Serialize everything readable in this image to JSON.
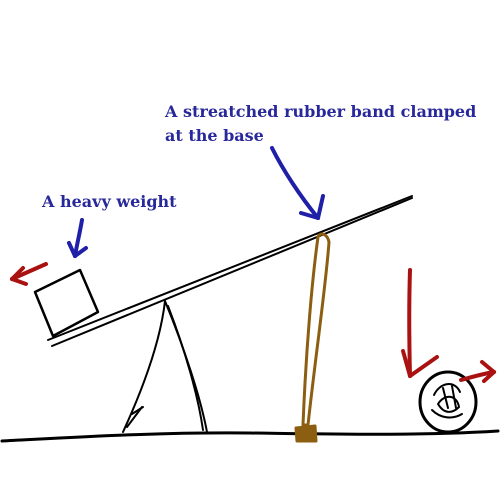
{
  "labels": {
    "rubber_band_line1": "A streatched rubber band clamped",
    "rubber_band_line2": "at the base",
    "heavy_weight": "A heavy weight"
  },
  "colors": {
    "label_text": "#28289a",
    "annotation_arrow_blue": "#1f1fa8",
    "motion_arrow_red": "#aa1212",
    "rubber_band": "#8c5e12",
    "ink": "#000000"
  },
  "icons": {
    "weight": "weight-box-icon",
    "ball": "ball-icon",
    "arrow_left": "arrow-left-icon",
    "arrow_down": "arrow-down-icon",
    "arrow_right": "arrow-right-icon"
  }
}
